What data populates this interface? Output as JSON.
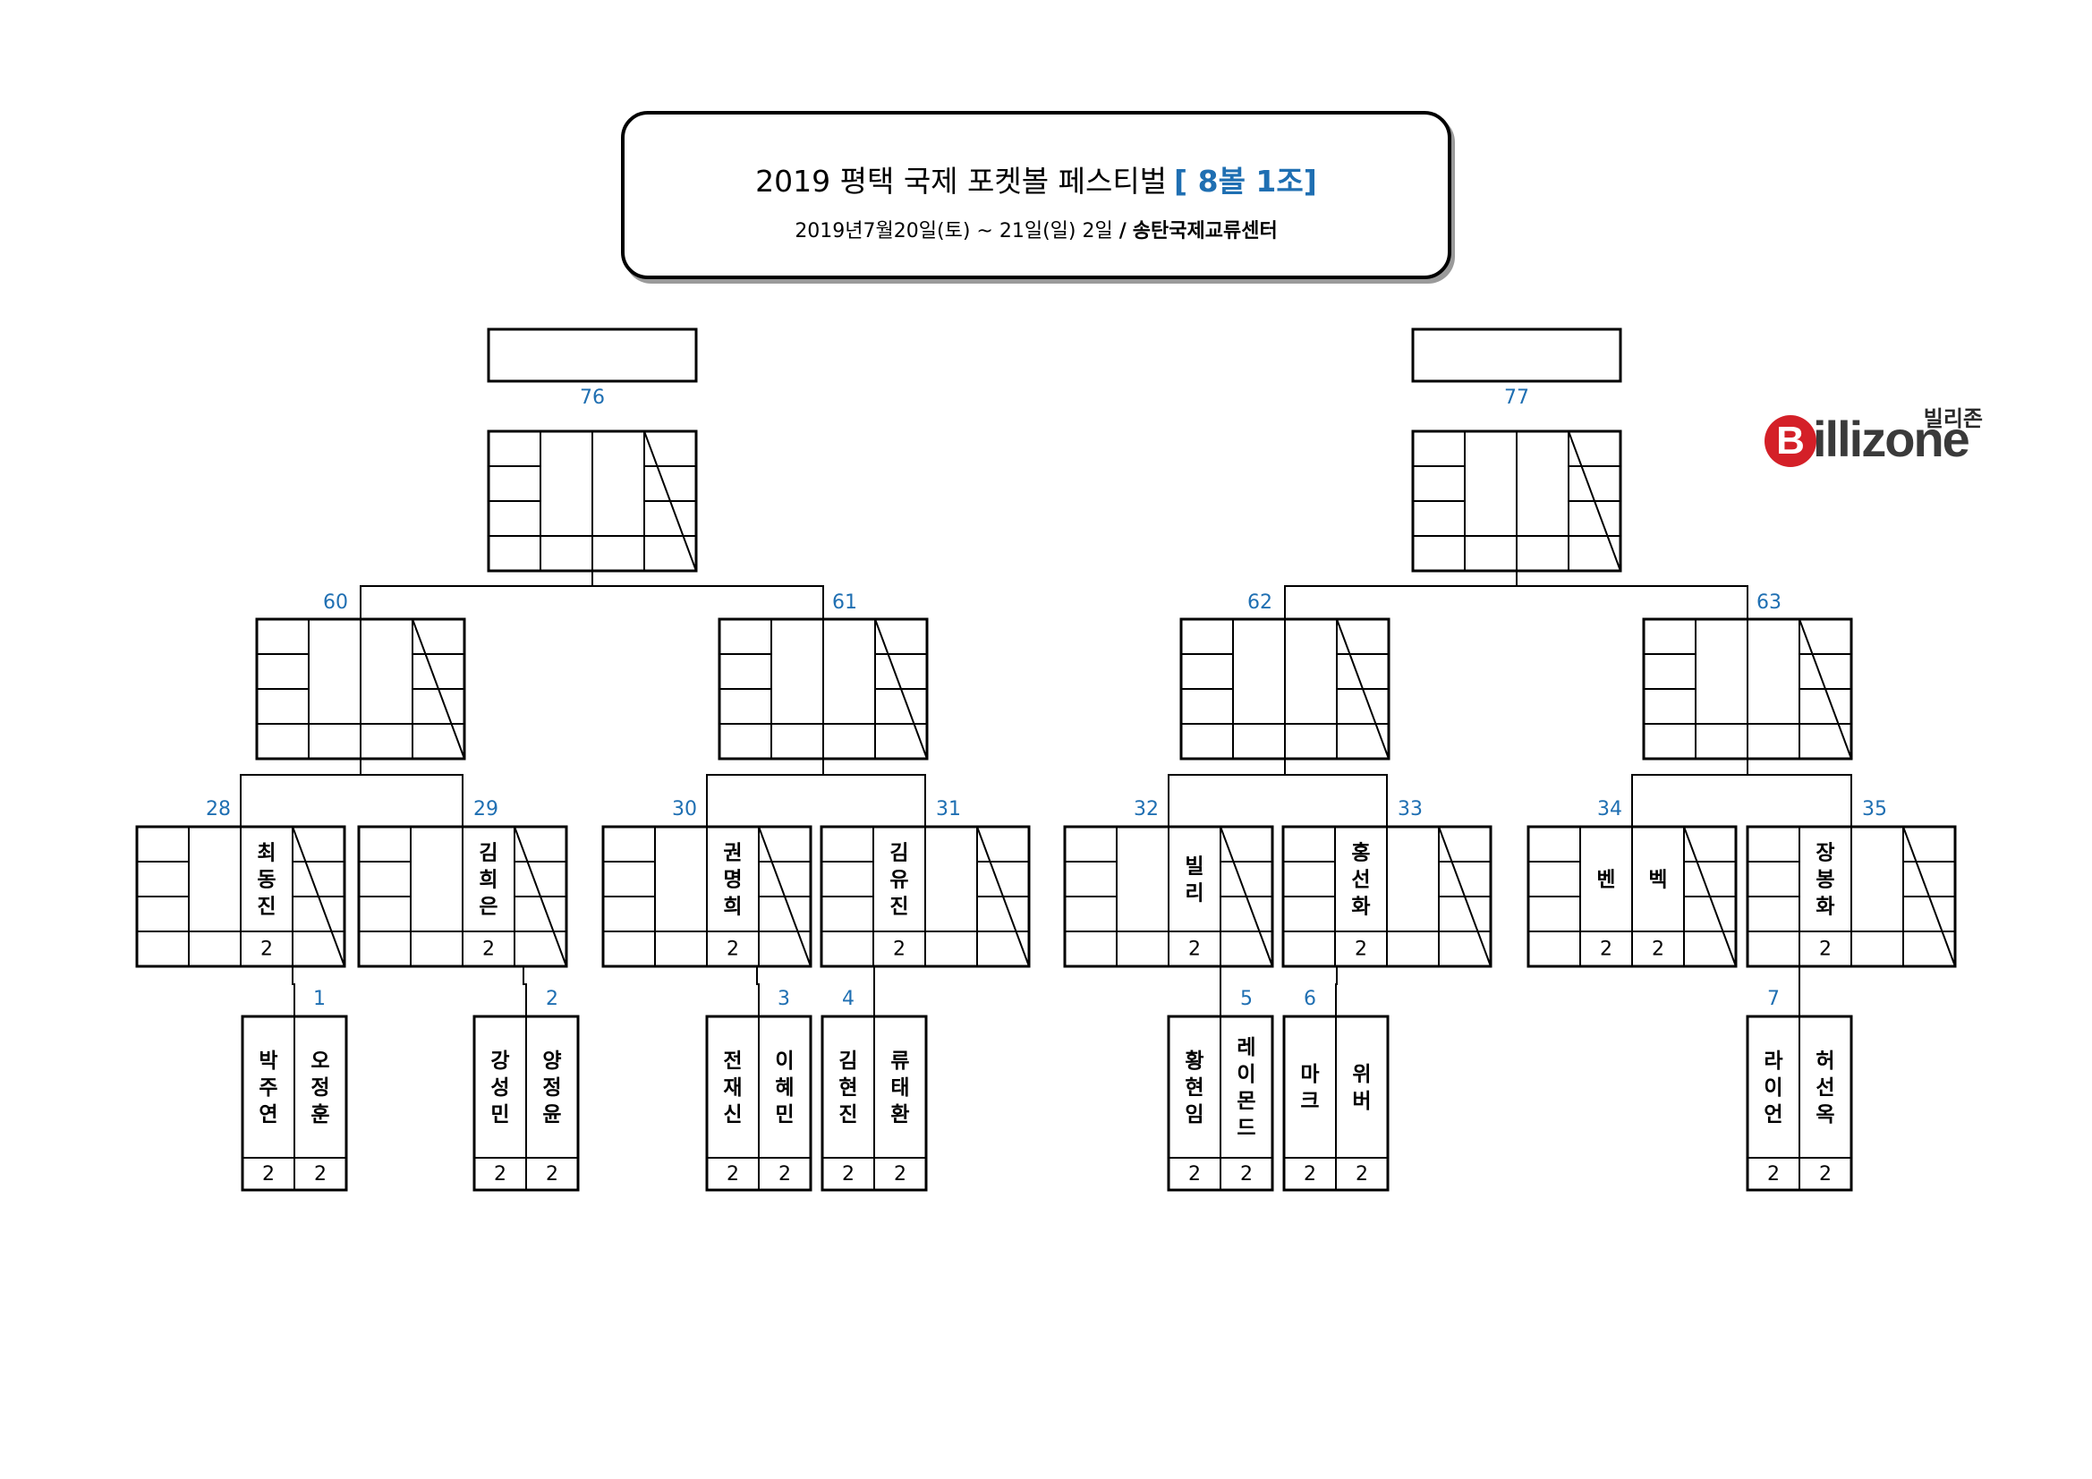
{
  "header": {
    "title": "2019 평택 국제 포켓볼 페스티벌",
    "title_tag": "[ 8볼 1조]",
    "date": "2019년7월20일(토) ~ 21일(일)  2일",
    "separator": "/",
    "venue": "송탄국제교류센터",
    "accent_color": "#1f6fb2"
  },
  "logo": {
    "kr": "빌리존",
    "mark": "B",
    "word": "illizone",
    "color": "#d42028"
  },
  "bracket": {
    "finals": [
      {
        "id": "76",
        "label": "76"
      },
      {
        "id": "77",
        "label": "77"
      }
    ],
    "semis": [
      {
        "id": "60",
        "label": "60"
      },
      {
        "id": "61",
        "label": "61"
      },
      {
        "id": "62",
        "label": "62"
      },
      {
        "id": "63",
        "label": "63"
      }
    ],
    "round2": [
      {
        "id": "28",
        "label": "28",
        "left_name": "",
        "left_score": "",
        "right_name": "최동진",
        "right_score": "2"
      },
      {
        "id": "29",
        "label": "29",
        "left_name": "",
        "left_score": "",
        "right_name": "김희은",
        "right_score": "2"
      },
      {
        "id": "30",
        "label": "30",
        "left_name": "",
        "left_score": "",
        "right_name": "권명희",
        "right_score": "2"
      },
      {
        "id": "31",
        "label": "31",
        "left_name": "김유진",
        "left_score": "2",
        "right_name": "",
        "right_score": ""
      },
      {
        "id": "32",
        "label": "32",
        "left_name": "",
        "left_score": "",
        "right_name": "빌리",
        "right_score": "2"
      },
      {
        "id": "33",
        "label": "33",
        "left_name": "홍선화",
        "left_score": "2",
        "right_name": "",
        "right_score": ""
      },
      {
        "id": "34",
        "label": "34",
        "left_name": "벤",
        "left_score": "2",
        "right_name": "벡",
        "right_score": "2"
      },
      {
        "id": "35",
        "label": "35",
        "left_name": "장봉화",
        "left_score": "2",
        "right_name": "",
        "right_score": ""
      }
    ],
    "round1": [
      {
        "id": "1",
        "label": "1",
        "left_name": "박주연",
        "left_score": "2",
        "right_name": "오정훈",
        "right_score": "2"
      },
      {
        "id": "2",
        "label": "2",
        "left_name": "강성민",
        "left_score": "2",
        "right_name": "양정윤",
        "right_score": "2"
      },
      {
        "id": "3",
        "label": "3",
        "left_name": "전재신",
        "left_score": "2",
        "right_name": "이혜민",
        "right_score": "2"
      },
      {
        "id": "4",
        "label": "4",
        "left_name": "김현진",
        "left_score": "2",
        "right_name": "류태환",
        "right_score": "2"
      },
      {
        "id": "5",
        "label": "5",
        "left_name": "황현임",
        "left_score": "2",
        "right_name": "레이몬드",
        "right_score": "2"
      },
      {
        "id": "6",
        "label": "6",
        "left_name": "마크",
        "left_score": "2",
        "right_name": "위버",
        "right_score": "2"
      },
      {
        "id": "7",
        "label": "7",
        "left_name": "라이언",
        "left_score": "2",
        "right_name": "허선옥",
        "right_score": "2"
      }
    ]
  }
}
